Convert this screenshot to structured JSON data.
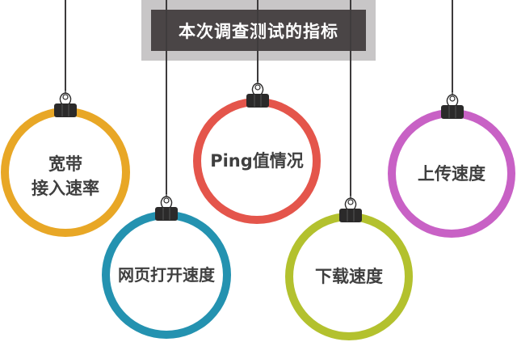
{
  "title": "本次调查测试的指标",
  "colors": {
    "title_bg": "#c8c6c7",
    "title_box": "#4a4546",
    "string": "#3d3b3c",
    "clip": "#2b2a2a"
  },
  "indicators": [
    {
      "label": "宽带\n接入速率",
      "color": "#e8a726"
    },
    {
      "label": "网页打开速度",
      "color": "#2492b0"
    },
    {
      "label": "Ping值情况",
      "color": "#e4554b"
    },
    {
      "label": "下载速度",
      "color": "#b3c12e"
    },
    {
      "label": "上传速度",
      "color": "#c861c5"
    }
  ]
}
